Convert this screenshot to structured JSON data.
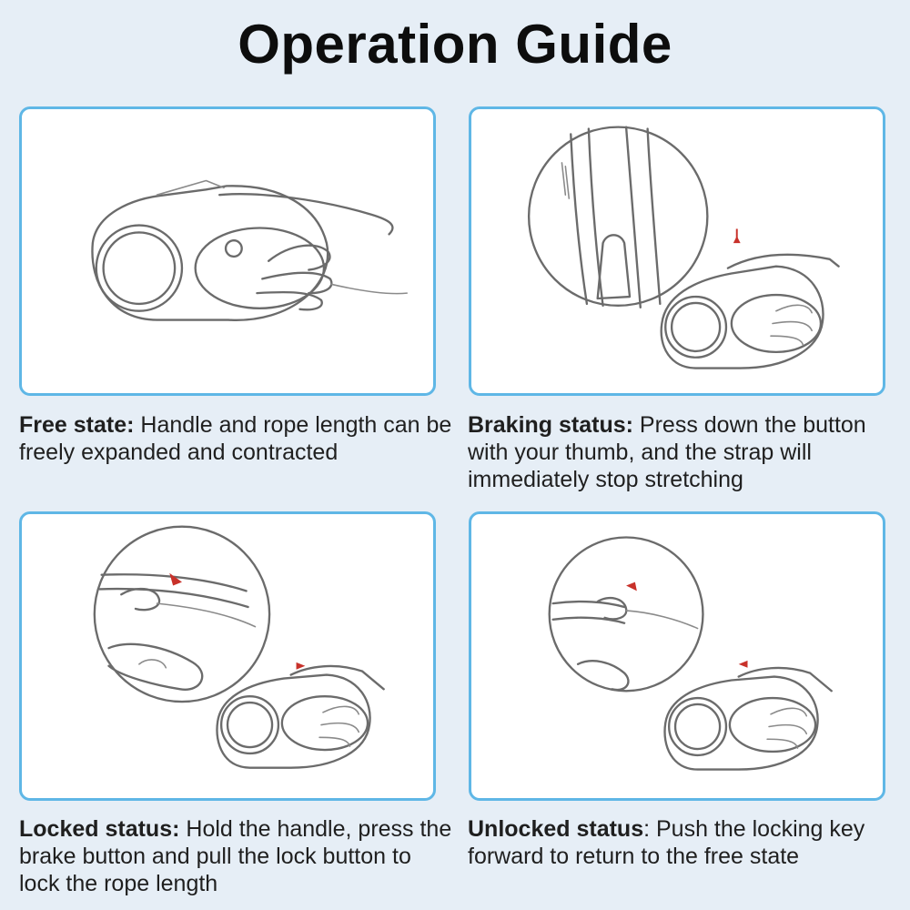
{
  "title": "Operation Guide",
  "colors": {
    "panel_border": "#5fb7e6",
    "background": "#e6eef6",
    "arrow": "#c8312a"
  },
  "steps": [
    {
      "label": "Free state:",
      "text": " Handle and rope length can be freely expanded and contracted",
      "icon": "leash-free-illustration-icon"
    },
    {
      "label": "Braking status:",
      "text": " Press down the button with your thumb, and the strap will immediately stop stretching",
      "icon": "leash-brake-illustration-icon"
    },
    {
      "label": "Locked status:",
      "text": " Hold the handle, press the brake button and pull the lock button to lock the rope length",
      "icon": "leash-lock-illustration-icon"
    },
    {
      "label": "Unlocked status",
      "text": ": Push the locking key forward to return to the free state",
      "icon": "leash-unlock-illustration-icon"
    }
  ]
}
